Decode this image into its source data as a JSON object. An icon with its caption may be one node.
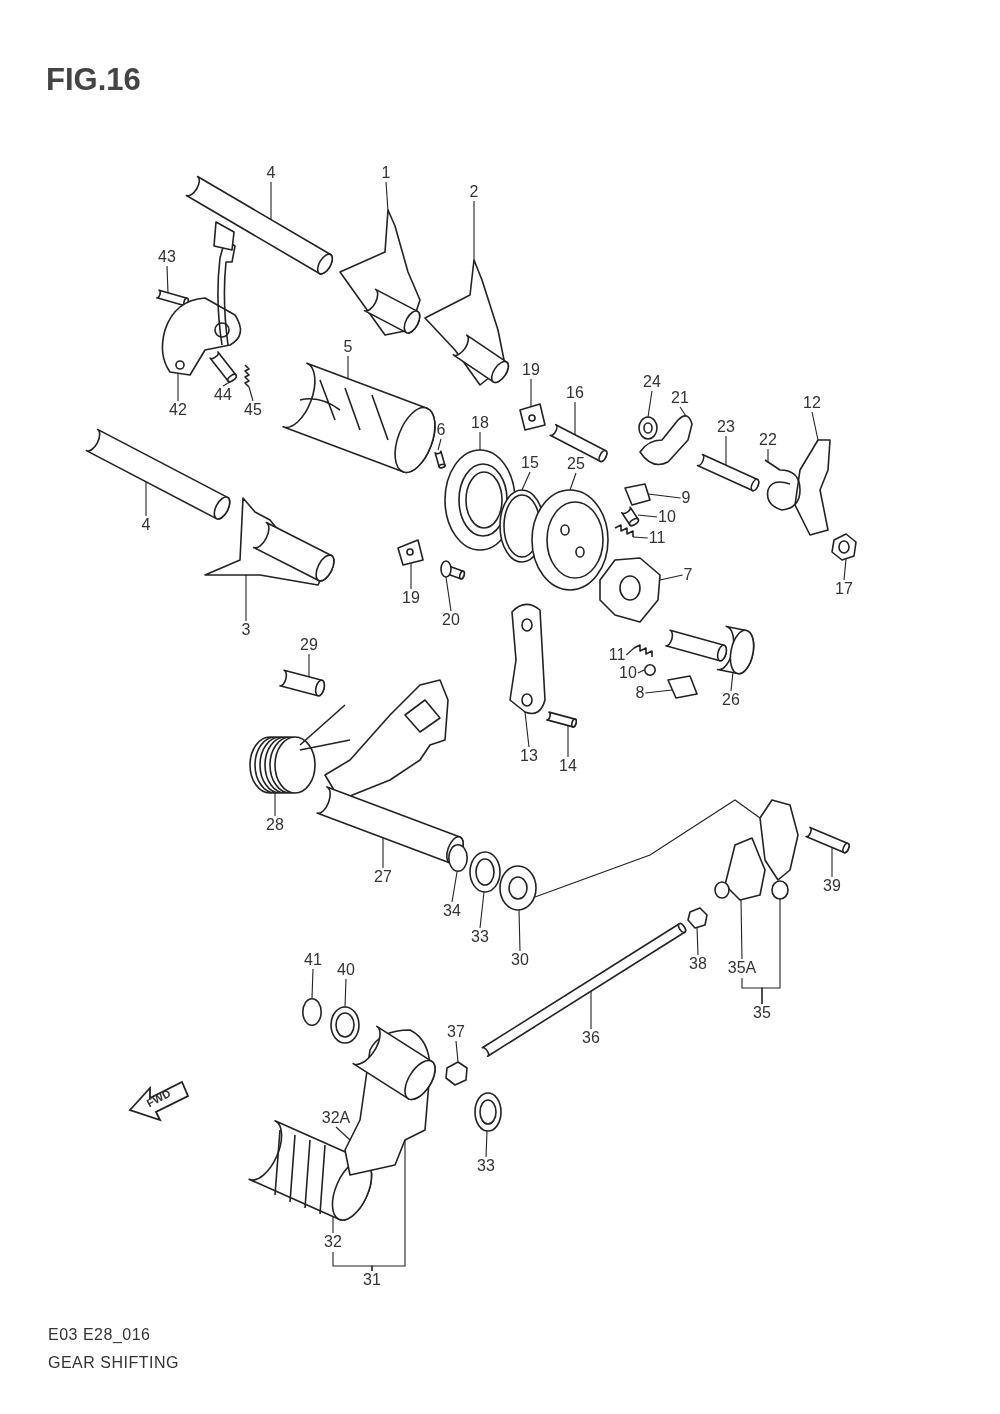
{
  "diagram": {
    "title": "FIG.16",
    "nodes": [
      {
        "text": [
          "4"
        ]
      },
      {
        "text": [
          "1"
        ]
      },
      {
        "text": [
          "2"
        ]
      },
      {
        "text": [
          "43"
        ]
      },
      {
        "text": [
          "5"
        ]
      },
      {
        "text": [
          "19"
        ]
      },
      {
        "text": [
          "24"
        ]
      },
      {
        "text": [
          "16"
        ]
      },
      {
        "text": [
          "21"
        ]
      },
      {
        "text": [
          "12"
        ]
      },
      {
        "text": [
          "42"
        ]
      },
      {
        "text": [
          "44"
        ]
      },
      {
        "text": [
          "45"
        ]
      },
      {
        "text": [
          "18"
        ]
      },
      {
        "text": [
          "23"
        ]
      },
      {
        "text": [
          "6"
        ]
      },
      {
        "text": [
          "22"
        ]
      },
      {
        "text": [
          "15"
        ]
      },
      {
        "text": [
          "25"
        ]
      },
      {
        "text": [
          "9"
        ]
      },
      {
        "text": [
          "10"
        ]
      },
      {
        "text": [
          "4"
        ]
      },
      {
        "text": [
          "11"
        ]
      },
      {
        "text": [
          "7"
        ]
      },
      {
        "text": [
          "17"
        ]
      },
      {
        "text": [
          "19"
        ]
      },
      {
        "text": [
          "20"
        ]
      },
      {
        "text": [
          "3"
        ]
      },
      {
        "text": [
          "29"
        ]
      },
      {
        "text": [
          "11"
        ]
      },
      {
        "text": [
          "10"
        ]
      },
      {
        "text": [
          "8"
        ]
      },
      {
        "text": [
          "26"
        ]
      },
      {
        "text": [
          "13"
        ]
      },
      {
        "text": [
          "14"
        ]
      },
      {
        "text": [
          "28"
        ]
      },
      {
        "text": [
          "27"
        ]
      },
      {
        "text": [
          "39"
        ]
      },
      {
        "text": [
          "34"
        ]
      },
      {
        "text": [
          "33"
        ]
      },
      {
        "text": [
          "30"
        ]
      },
      {
        "text": [
          "38"
        ]
      },
      {
        "text": [
          "41"
        ]
      },
      {
        "text": [
          "35A"
        ]
      },
      {
        "text": [
          "40"
        ]
      },
      {
        "text": [
          "35"
        ]
      },
      {
        "text": [
          "37"
        ]
      },
      {
        "text": [
          "36"
        ]
      },
      {
        "text": [
          "32A"
        ]
      },
      {
        "text": [
          "33"
        ]
      },
      {
        "text": [
          "32"
        ]
      },
      {
        "text": [
          "31"
        ]
      },
      {
        "text": [],
        "shape": "picture"
      },
      {
        "text": [],
        "shape": "picture"
      },
      {
        "text": [],
        "shape": "picture"
      },
      {
        "text": [],
        "shape": "picture"
      },
      {
        "text": [],
        "shape": "picture"
      },
      {
        "text": [],
        "shape": "picture"
      },
      {
        "text": [],
        "shape": "picture"
      },
      {
        "text": [],
        "shape": "picture"
      },
      {
        "text": [],
        "shape": "picture"
      },
      {
        "text": [],
        "shape": "picture"
      },
      {
        "text": [],
        "shape": "picture"
      },
      {
        "text": [],
        "shape": "picture"
      },
      {
        "text": [],
        "shape": "picture"
      },
      {
        "text": [],
        "shape": "picture"
      },
      {
        "text": [],
        "shape": "picture"
      },
      {
        "text": [],
        "shape": "picture"
      },
      {
        "text": [],
        "shape": "picture"
      },
      {
        "text": [],
        "shape": "picture"
      },
      {
        "text": [],
        "shape": "picture"
      },
      {
        "text": [],
        "shape": "picture"
      },
      {
        "text": [],
        "shape": "picture"
      },
      {
        "text": [],
        "shape": "picture"
      },
      {
        "text": [],
        "shape": "picture"
      },
      {
        "text": [],
        "shape": "picture"
      },
      {
        "text": [],
        "shape": "picture"
      },
      {
        "text": [],
        "shape": "picture"
      },
      {
        "text": [],
        "shape": "picture"
      },
      {
        "text": [],
        "shape": "picture"
      },
      {
        "text": [],
        "shape": "picture"
      },
      {
        "text": [],
        "shape": "picture"
      },
      {
        "text": [],
        "shape": "circle"
      },
      {
        "text": [],
        "shape": "picture"
      },
      {
        "text": [],
        "shape": "picture"
      },
      {
        "text": [],
        "shape": "picture"
      },
      {
        "text": [],
        "shape": "picture"
      },
      {
        "text": [],
        "shape": "picture"
      },
      {
        "text": [],
        "shape": "picture"
      },
      {
        "text": [],
        "shape": "picture"
      },
      {
        "text": [],
        "shape": "circle"
      },
      {
        "text": [],
        "shape": "picture"
      },
      {
        "text": [],
        "shape": "picture"
      },
      {
        "text": [],
        "shape": "picture"
      },
      {
        "text": [],
        "shape": "circle"
      },
      {
        "text": [],
        "shape": "picture"
      },
      {
        "text": [],
        "shape": "picture"
      },
      {
        "text": [],
        "shape": "picture"
      },
      {
        "text": [],
        "shape": "picture"
      },
      {
        "text": [],
        "shape": "picture"
      },
      {
        "text": [],
        "shape": "picture"
      },
      {
        "text": [],
        "shape": "picture"
      },
      {
        "text": [],
        "shape": "picture"
      }
    ],
    "edges": [
      {
        "from": 0,
        "to": 52,
        "arrow": "none"
      },
      {
        "from": 1,
        "to": 53,
        "arrow": "none"
      },
      {
        "from": 2,
        "to": 54,
        "arrow": "none"
      },
      {
        "from": 3,
        "to": 55,
        "arrow": "none"
      },
      {
        "from": 4,
        "to": 56,
        "arrow": "none"
      },
      {
        "from": 5,
        "to": 57,
        "arrow": "none"
      },
      {
        "from": 6,
        "to": 58,
        "arrow": "none"
      },
      {
        "from": 7,
        "to": 59,
        "arrow": "none"
      },
      {
        "from": 8,
        "to": 60,
        "arrow": "none"
      },
      {
        "from": 9,
        "to": 61,
        "arrow": "none"
      },
      {
        "from": 10,
        "to": 62,
        "arrow": "none"
      },
      {
        "from": 11,
        "to": 63,
        "arrow": "none"
      },
      {
        "from": 12,
        "to": 64,
        "arrow": "none"
      },
      {
        "from": 13,
        "to": 65,
        "arrow": "none"
      },
      {
        "from": 14,
        "to": 66,
        "arrow": "none"
      },
      {
        "from": 15,
        "to": 67,
        "arrow": "none"
      },
      {
        "from": 16,
        "to": 68,
        "arrow": "none"
      },
      {
        "from": 17,
        "to": 69,
        "arrow": "none"
      },
      {
        "from": 18,
        "to": 70,
        "arrow": "none"
      },
      {
        "from": 19,
        "to": 71,
        "arrow": "none"
      },
      {
        "from": 20,
        "to": 72,
        "arrow": "none"
      },
      {
        "from": 21,
        "to": 73,
        "arrow": "none"
      },
      {
        "from": 22,
        "to": 74,
        "arrow": "none"
      },
      {
        "from": 23,
        "to": 75,
        "arrow": "none"
      },
      {
        "from": 24,
        "to": 76,
        "arrow": "none"
      },
      {
        "from": 25,
        "to": 77,
        "arrow": "none"
      },
      {
        "from": 26,
        "to": 78,
        "arrow": "none"
      },
      {
        "from": 27,
        "to": 79,
        "arrow": "none"
      },
      {
        "from": 28,
        "to": 80,
        "arrow": "none"
      },
      {
        "from": 29,
        "to": 81,
        "arrow": "none"
      },
      {
        "from": 30,
        "to": 82,
        "arrow": "none"
      },
      {
        "from": 31,
        "to": 83,
        "arrow": "none"
      },
      {
        "from": 32,
        "to": 84,
        "arrow": "none"
      },
      {
        "from": 33,
        "to": 85,
        "arrow": "none"
      },
      {
        "from": 34,
        "to": 86,
        "arrow": "none"
      },
      {
        "from": 35,
        "to": 87,
        "arrow": "none"
      },
      {
        "from": 36,
        "to": 88,
        "arrow": "none"
      },
      {
        "from": 37,
        "to": 89,
        "arrow": "none"
      },
      {
        "from": 38,
        "to": 90,
        "arrow": "none"
      },
      {
        "from": 39,
        "to": 91,
        "arrow": "none"
      },
      {
        "from": 40,
        "to": 92,
        "arrow": "none"
      },
      {
        "from": 41,
        "to": 93,
        "arrow": "none"
      },
      {
        "from": 42,
        "to": 94,
        "arrow": "none"
      },
      {
        "from": 43,
        "to": 95,
        "arrow": "none"
      },
      {
        "from": 44,
        "to": 96,
        "arrow": "none"
      },
      {
        "from": 45,
        "to": 97,
        "arrow": "none"
      },
      {
        "from": 46,
        "to": 98,
        "arrow": "none"
      },
      {
        "from": 47,
        "to": 99,
        "arrow": "none"
      },
      {
        "from": 48,
        "to": 102,
        "arrow": "none"
      },
      {
        "from": 49,
        "to": 100,
        "arrow": "none"
      },
      {
        "from": 50,
        "to": 101,
        "arrow": "none"
      },
      {
        "from": 51,
        "to": 102,
        "arrow": "none"
      },
      {
        "from": 45,
        "to": 43,
        "arrow": "none"
      },
      {
        "from": 51,
        "to": 50,
        "arrow": "none"
      },
      {
        "from": 92,
        "to": 97,
        "arrow": "none"
      }
    ],
    "labels": [
      "FWD",
      "E03 E28_016",
      "GEAR SHIFTING"
    ]
  }
}
